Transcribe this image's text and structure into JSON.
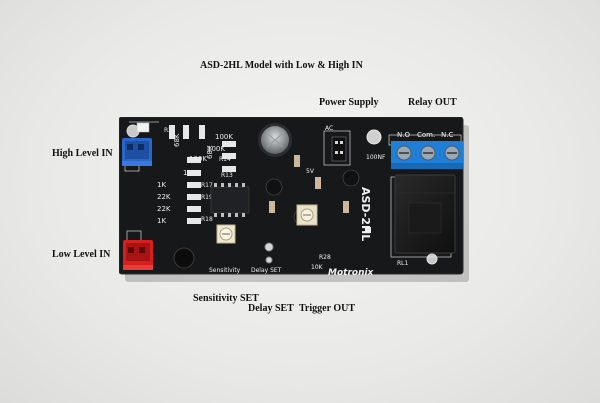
{
  "labels": {
    "title": "ASD-2HL Model with Low & High IN",
    "power_supply": "Power Supply",
    "relay_out": "Relay OUT",
    "high_level_in": "High Level IN",
    "low_level_in": "Low Level IN",
    "sensitivity_set": "Sensitivity SET",
    "delay_set": "Delay SET",
    "trigger_out": "Trigger OUT"
  },
  "board": {
    "brand": "Motronix",
    "model_silk": "ASD-2HL",
    "silk_sensitivity": "Sensitivity",
    "silk_delay": "Delay SET",
    "silk_ac": "AC",
    "silk_no_1": "N.O",
    "silk_com": "Com.",
    "silk_nc": "N.C",
    "silk_100nf": "100NF",
    "silk_rl1": "RL1",
    "silk_10k": "10K",
    "silk_r28": "R28",
    "silk_5v": "5V",
    "resistor_labels": [
      "100K",
      "100K",
      "100K",
      "100K",
      "1K",
      "22K",
      "22K",
      "1K",
      "68K",
      "68K",
      "R14",
      "R17",
      "R19",
      "R18",
      "R13"
    ],
    "colors": {
      "pcb": "#17181a",
      "blue_connector": "#2a66c9",
      "red_connector": "#d62020",
      "terminal_block": "#1f7fd6",
      "relay": "#1c1c1c"
    }
  }
}
